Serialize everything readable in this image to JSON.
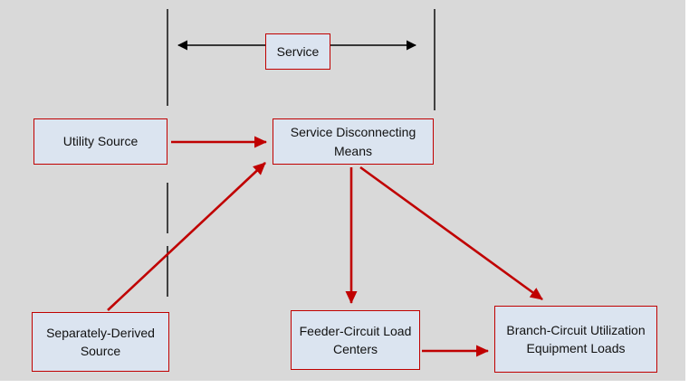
{
  "colors": {
    "background": "#d9d9d9",
    "box_fill": "#dbe4f0",
    "box_border": "#c00000",
    "red_arrow": "#c00000",
    "black_line": "#000000"
  },
  "nodes": {
    "service": "Service",
    "utility_source": "Utility Source",
    "service_disconnecting_means": "Service Disconnecting Means",
    "separately_derived_source": "Separately-Derived Source",
    "feeder_circuit_load_centers": "Feeder-Circuit Load Centers",
    "branch_circuit_loads": "Branch-Circuit Utilization Equipment Loads"
  }
}
